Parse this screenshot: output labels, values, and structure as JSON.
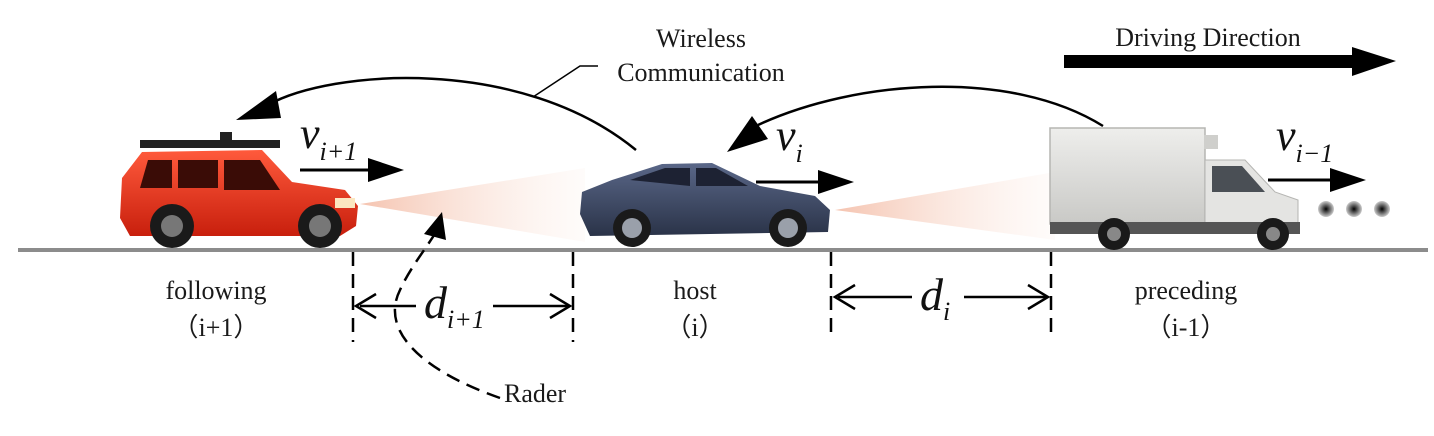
{
  "labels": {
    "wireless_line1": "Wireless",
    "wireless_line2": "Communication",
    "driving_direction": "Driving Direction",
    "following": "following",
    "following_index": "（i+1）",
    "host": "host",
    "host_index": "（i）",
    "preceding": "preceding",
    "preceding_index": "（i-1）",
    "radar": "Rader"
  },
  "math": {
    "v_following": {
      "base": "v",
      "sub": "i+1"
    },
    "v_host": {
      "base": "v",
      "sub": "i"
    },
    "v_preceding": {
      "base": "v",
      "sub": "i−1"
    },
    "d_following": {
      "base": "d",
      "sub": "i+1"
    },
    "d_host": {
      "base": "d",
      "sub": "i"
    }
  },
  "vehicles": {
    "following": {
      "type": "suv",
      "color": "#e8321c"
    },
    "host": {
      "type": "sedan",
      "color": "#3b4660"
    },
    "preceding": {
      "type": "box truck",
      "color": "#d9d9d6"
    }
  },
  "colors": {
    "road": "#8c8c8c",
    "radar_beam": "#f4c9b8",
    "arrow": "#000000"
  }
}
